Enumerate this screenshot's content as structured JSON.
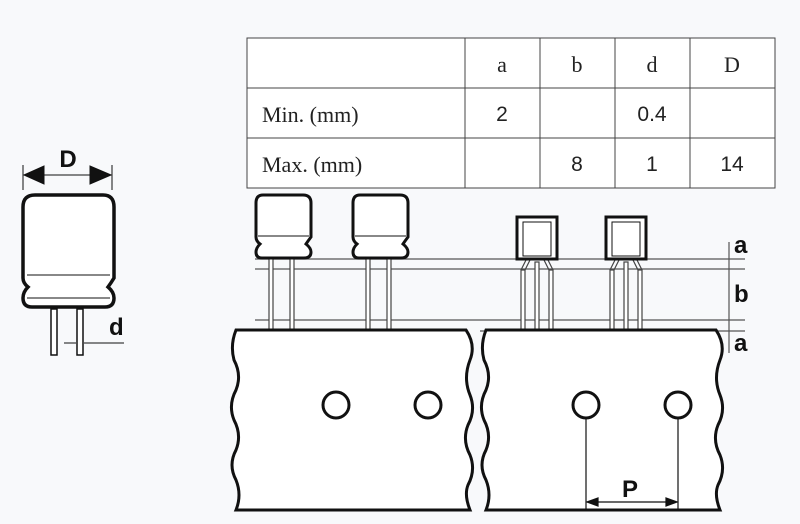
{
  "table": {
    "headers": [
      "",
      "a",
      "b",
      "d",
      "D"
    ],
    "rows": [
      {
        "label": "Min. (mm)",
        "a": "2",
        "b": "",
        "d": "0.4",
        "D": ""
      },
      {
        "label": "Max. (mm)",
        "a": "",
        "b": "8",
        "d": "1",
        "D": "14"
      }
    ]
  },
  "labels": {
    "D": "D",
    "d": "d",
    "a_top": "a",
    "b": "b",
    "a_bottom": "a",
    "P": "P"
  }
}
